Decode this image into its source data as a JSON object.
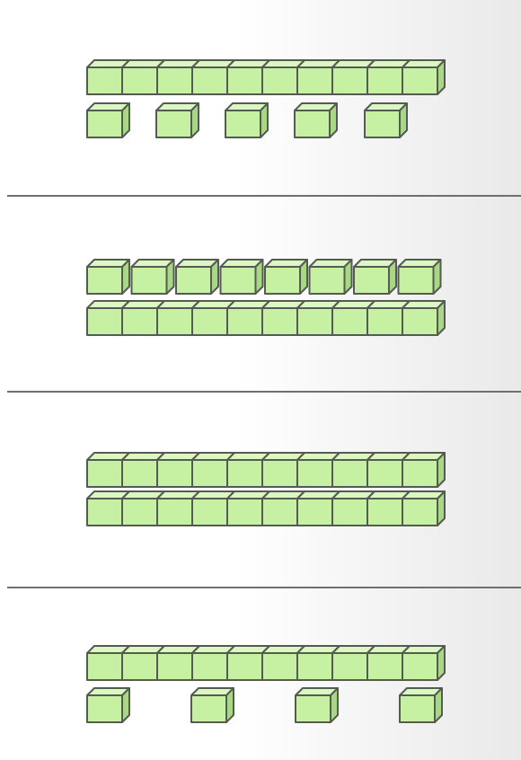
{
  "colors": {
    "cube_front": "#c6f0a2",
    "cube_top": "#dcf8c2",
    "cube_side": "#a8d883",
    "cube_stroke": "#555a52",
    "divider": "#6f6f6f"
  },
  "panels": [
    {
      "rows": [
        {
          "kind": "rod",
          "cubes": 10
        },
        {
          "kind": "units",
          "cubes": 5
        }
      ]
    },
    {
      "rows": [
        {
          "kind": "units-tight",
          "cubes": 8
        },
        {
          "kind": "rod",
          "cubes": 10
        }
      ]
    },
    {
      "rows": [
        {
          "kind": "rod",
          "cubes": 10
        },
        {
          "kind": "rod",
          "cubes": 10
        }
      ]
    },
    {
      "rows": [
        {
          "kind": "rod",
          "cubes": 10
        },
        {
          "kind": "units",
          "cubes": 4
        }
      ]
    }
  ]
}
